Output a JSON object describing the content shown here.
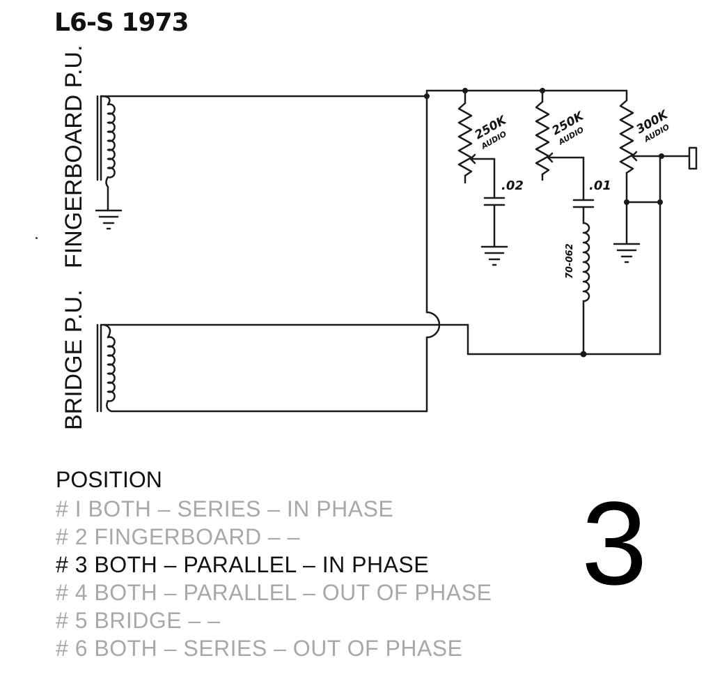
{
  "title": "L6-S 1973",
  "pickups": {
    "fingerboard": "FINGERBOARD P.U.",
    "bridge": "BRIDGE P.U."
  },
  "components": {
    "pot1": {
      "value": "250K",
      "taper": "AUDIO"
    },
    "pot2": {
      "value": "250K",
      "taper": "AUDIO"
    },
    "pot3": {
      "value": "300K",
      "taper": "AUDIO"
    },
    "cap1": ".02",
    "cap2": ".01",
    "coil": "70-062"
  },
  "positions": {
    "heading": "POSITION",
    "items": [
      "# I BOTH – SERIES – IN PHASE",
      "# 2 FINGERBOARD – –",
      "# 3 BOTH – PARALLEL – IN PHASE",
      "# 4 BOTH – PARALLEL – OUT OF PHASE",
      "# 5 BRIDGE – –",
      "# 6 BOTH – SERIES – OUT OF PHASE"
    ],
    "selected_index": 2,
    "selected_number": "3"
  }
}
